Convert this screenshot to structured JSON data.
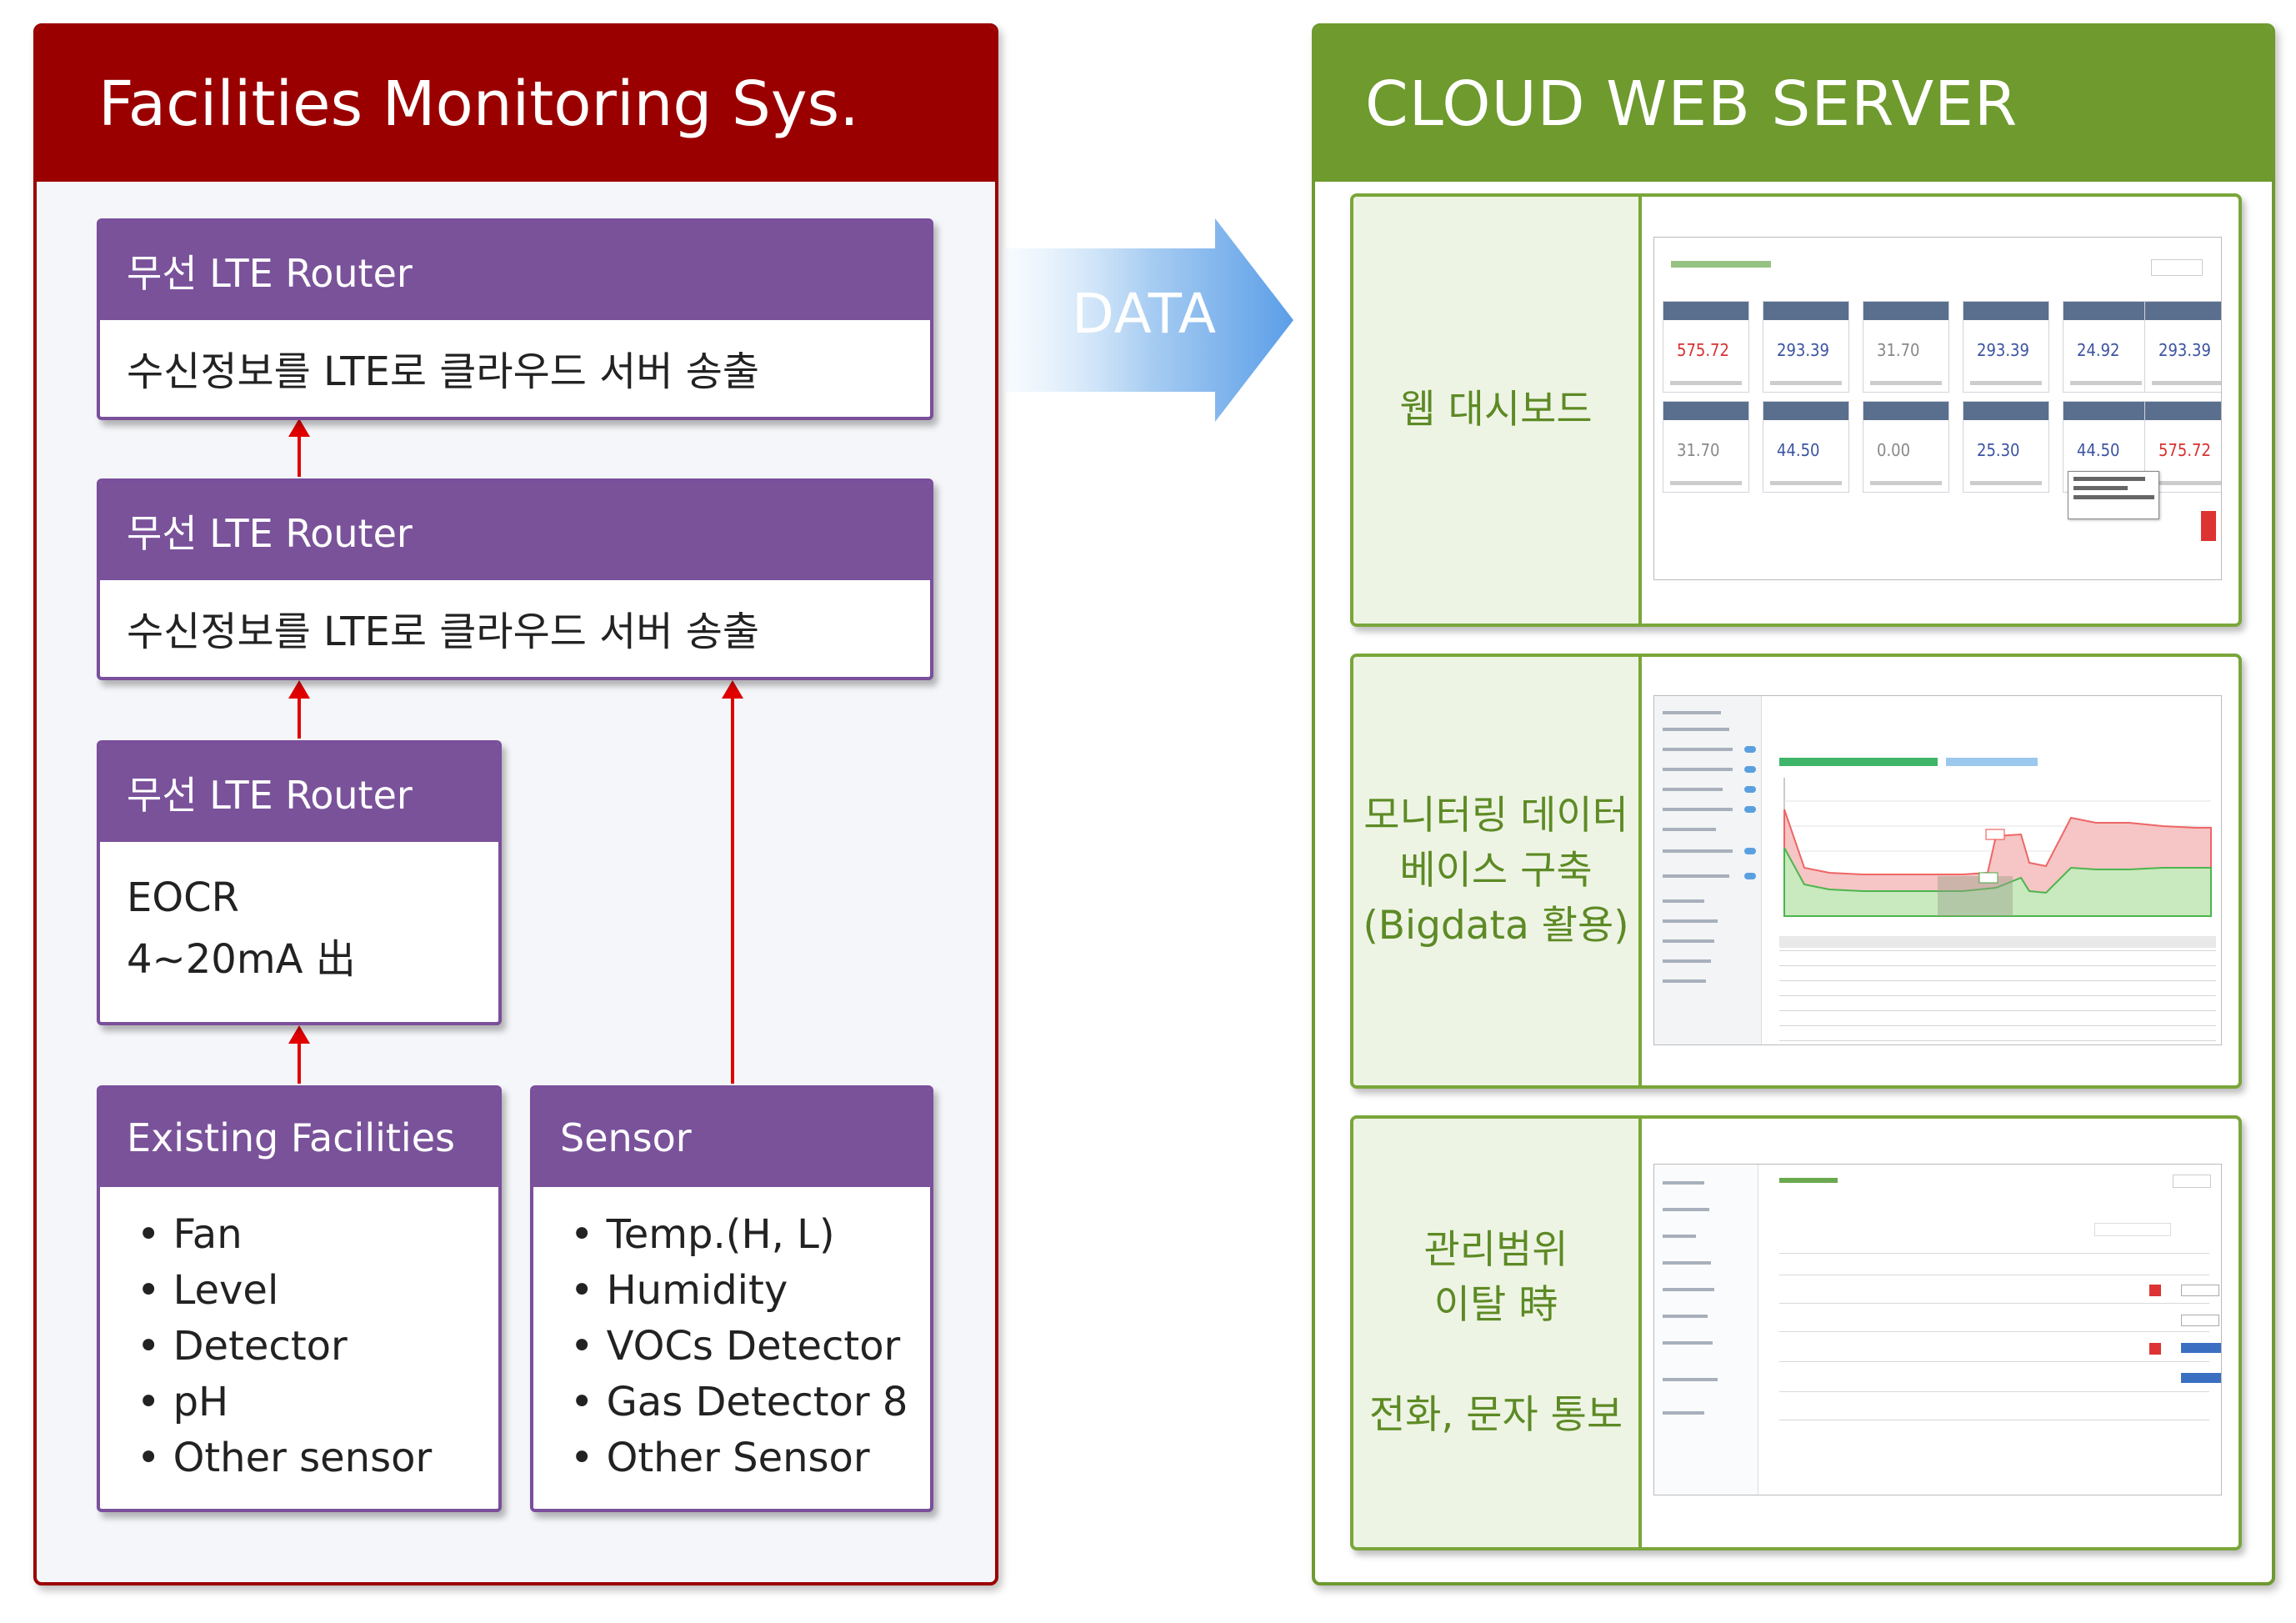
{
  "left_panel": {
    "title": "Facilities Monitoring Sys."
  },
  "right_panel": {
    "title": "CLOUD WEB SERVER"
  },
  "arrow": {
    "label": "DATA"
  },
  "boxes": {
    "router_top": {
      "header": "무선 LTE Router",
      "body": "수신정보를 LTE로 클라우드 서버 송출"
    },
    "router_mid": {
      "header": "무선 LTE Router",
      "body": "수신정보를 LTE로 클라우드 서버 송출"
    },
    "router_small": {
      "header": "무선 LTE Router",
      "lines": [
        "EOCR",
        "4~20mA 出"
      ]
    },
    "existing": {
      "header": "Existing Facilities",
      "items": [
        "Fan",
        "Level",
        "Detector",
        "pH",
        "Other sensor"
      ]
    },
    "sensor": {
      "header": "Sensor",
      "items": [
        "Temp.(H, L)",
        "Humidity",
        "VOCs Detector",
        "Gas Detector 8",
        "Other Sensor"
      ]
    }
  },
  "cloud_rows": [
    {
      "label_lines": [
        "웹 대시보드"
      ]
    },
    {
      "label_lines": [
        "모니터링 데이터",
        "베이스 구축",
        "(Bigdata 활용)"
      ]
    },
    {
      "label_lines": [
        "관리범위",
        "이탈 時",
        "",
        "전화, 문자 통보"
      ]
    }
  ],
  "dashboard": {
    "tiles_row1": [
      "575.72",
      "293.39",
      "31.70",
      "293.39",
      "24.92",
      "293.39"
    ],
    "tiles_row2": [
      "31.70",
      "44.50",
      "0.00",
      "25.30",
      "44.50",
      "575.72"
    ]
  },
  "colors": {
    "left_accent": "#9b0000",
    "right_accent": "#6e9a2e",
    "box_header": "#7a529a",
    "connector": "#e00000"
  }
}
